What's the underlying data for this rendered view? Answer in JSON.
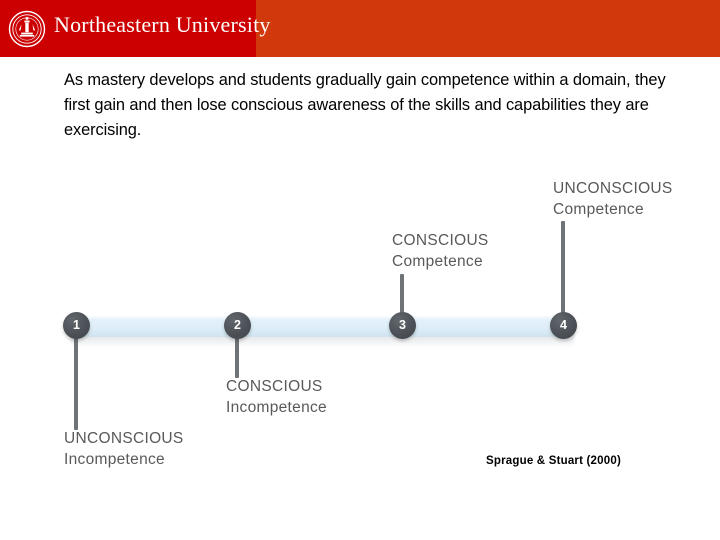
{
  "header": {
    "brand": "Northeastern University",
    "seal_name": "northeastern-seal",
    "color_left": "#CC0000",
    "color_right": "#D1380B"
  },
  "body": {
    "paragraph": "As mastery develops and students gradually gain competence within a domain, they first gain and then lose conscious awareness of the skills and capabilities they are exercising."
  },
  "diagram": {
    "type": "stage-progression",
    "bar_color": "#DCEDF8",
    "node_color": "#4C5157",
    "label_color": "#58595B",
    "nodes": [
      {
        "number": "1",
        "label_top": "UNCONSCIOUS",
        "label_bottom": "Incompetence",
        "direction": "down"
      },
      {
        "number": "2",
        "label_top": "CONSCIOUS",
        "label_bottom": "Incompetence",
        "direction": "down"
      },
      {
        "number": "3",
        "label_top": "CONSCIOUS",
        "label_bottom": "Competence",
        "direction": "up"
      },
      {
        "number": "4",
        "label_top": "UNCONSCIOUS",
        "label_bottom": "Competence",
        "direction": "up"
      }
    ]
  },
  "citation": {
    "text": "Sprague & Stuart (2000)"
  }
}
